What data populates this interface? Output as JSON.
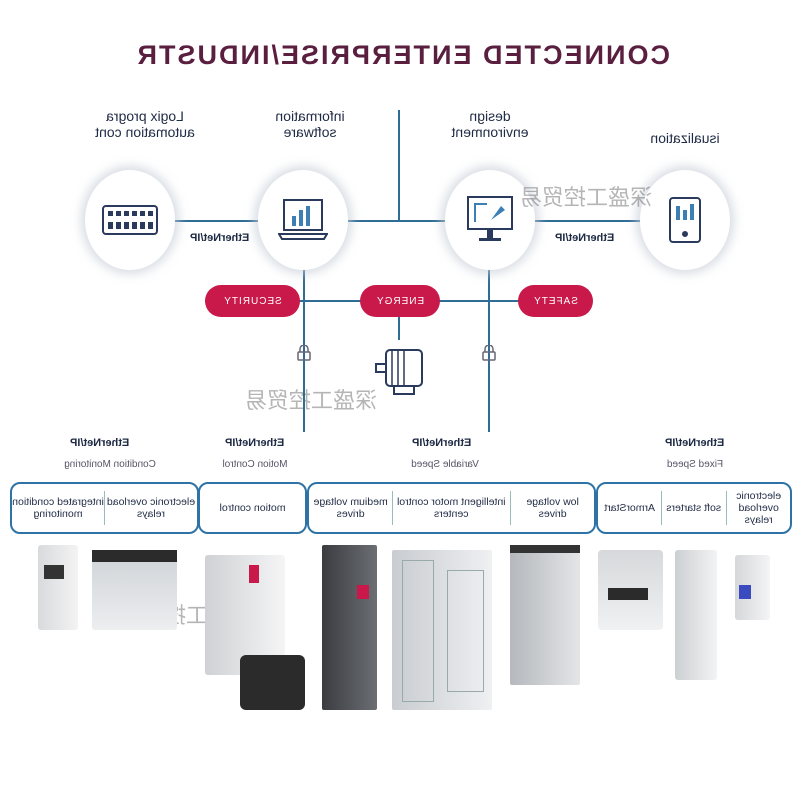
{
  "header": {
    "title": "CONNECTED ENTERPRISE/INDUSTR"
  },
  "nodes": [
    {
      "label_l1": "Logix progra",
      "label_l2": "automation cont",
      "icon": "plc-icon"
    },
    {
      "label_l1": "information",
      "label_l2": "software",
      "icon": "laptop-chart-icon"
    },
    {
      "label_l1": "design",
      "label_l2": "environment",
      "icon": "monitor-design-icon"
    },
    {
      "label_l1": "isualization",
      "label_l2": "",
      "icon": "tablet-icon"
    }
  ],
  "ethernet_ip": "EtherNet/IP",
  "pills": {
    "security": "SECURITY",
    "energy": "ENERGY",
    "safety": "SAFETY"
  },
  "sections": [
    {
      "subtitle": "Condition Monitoring",
      "items": [
        "electronic overload relays",
        "integrated condition monitoring"
      ]
    },
    {
      "subtitle": "Motion Control",
      "items": [
        "motion control"
      ]
    },
    {
      "subtitle": "Variable Speed",
      "items": [
        "medium voltage drives",
        "intelligent motor control centers",
        "low voltage drives"
      ]
    },
    {
      "subtitle": "Fixed Speed",
      "items": [
        "ArmorStart",
        "soft starters",
        "electronic overload relays"
      ]
    }
  ],
  "watermark": "深盛工控贸易",
  "colors": {
    "accent_red": "#c8194a",
    "line_blue": "#2f6d96",
    "box_blue": "#2f73a6",
    "title": "#5a1f3f"
  }
}
